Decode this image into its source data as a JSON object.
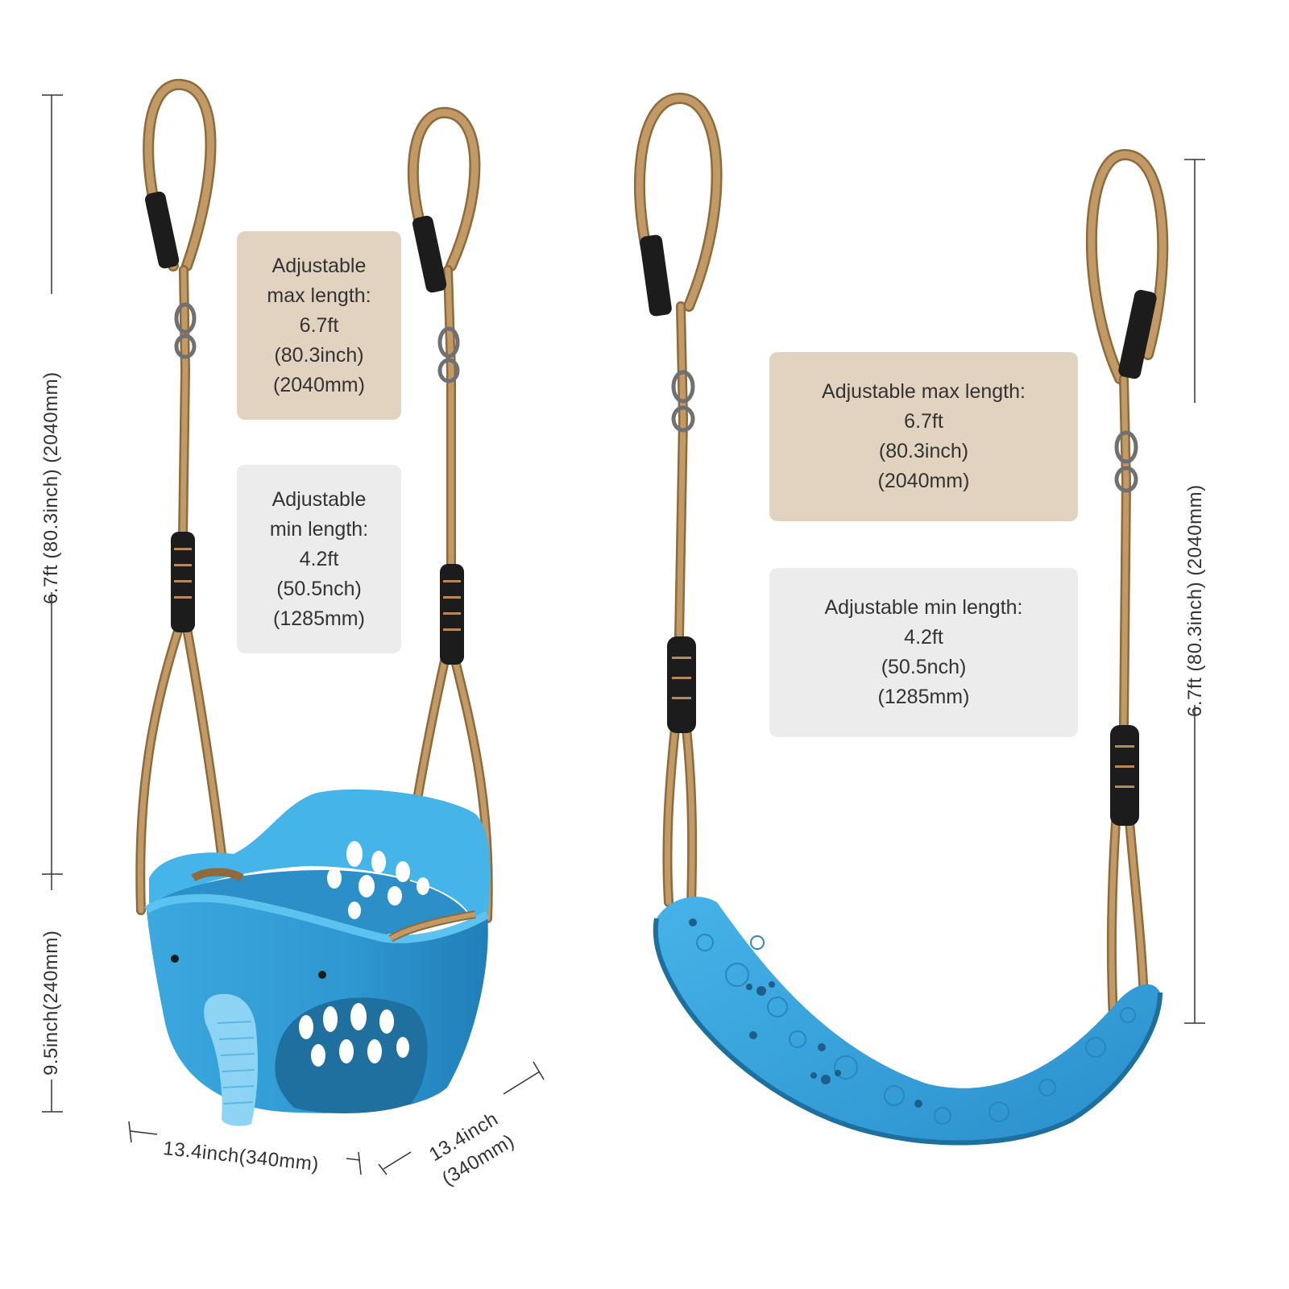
{
  "labels": {
    "bucket_max": {
      "heading_1": "Adjustable",
      "heading_2": "max length:",
      "ft": "6.7ft",
      "inch": "(80.3inch)",
      "mm": "(2040mm)"
    },
    "bucket_min": {
      "heading_1": "Adjustable",
      "heading_2": "min length:",
      "ft": "4.2ft",
      "inch": "(50.5nch)",
      "mm": "(1285mm)"
    },
    "belt_max": {
      "heading": "Adjustable max length:",
      "ft": "6.7ft",
      "inch": "(80.3inch)",
      "mm": "(2040mm)"
    },
    "belt_min": {
      "heading": "Adjustable min length:",
      "ft": "4.2ft",
      "inch": "(50.5nch)",
      "mm": "(1285mm)"
    }
  },
  "dimensions": {
    "left_rope_length": "6.7ft  (80.3inch)  (2040mm)",
    "bucket_height": "9.5inch(240mm)",
    "bucket_width": "13.4inch(340mm)",
    "bucket_depth_1": "13.4inch",
    "bucket_depth_2": "(340mm)",
    "right_rope_length": "6.7ft  (80.3inch)  (2040mm)"
  },
  "colors": {
    "rope": "#b58a56",
    "rope_dark": "#8e6a3c",
    "seat_blue": "#3aa7dd",
    "seat_dark": "#2486bf",
    "clamp": "#1c1c1c",
    "max_box": "#e1d3bf",
    "min_box": "#ececec"
  }
}
